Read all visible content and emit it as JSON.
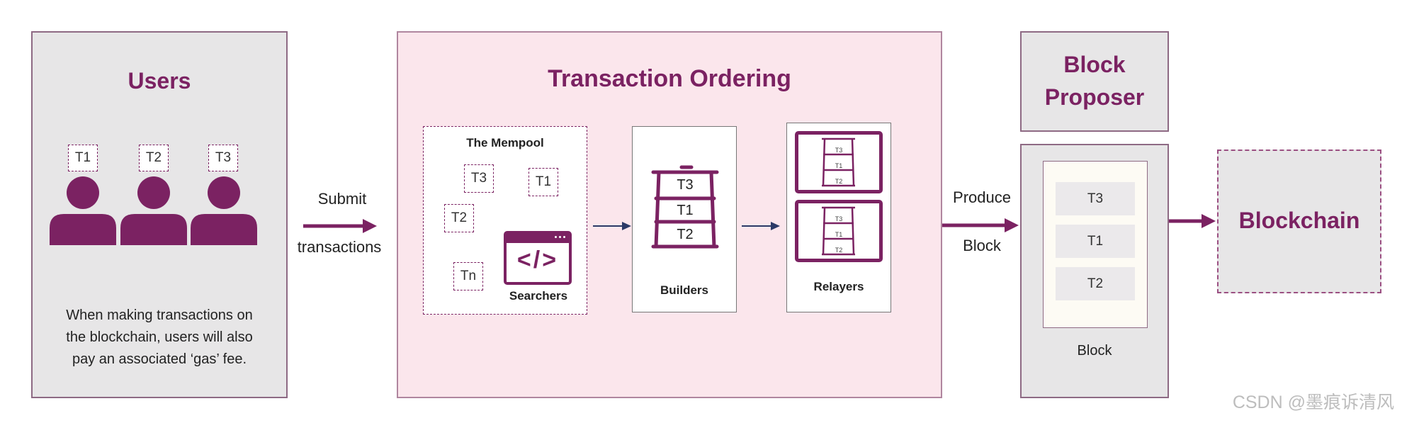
{
  "users": {
    "title": "Users",
    "tx": [
      "T1",
      "T2",
      "T3"
    ],
    "description": [
      "When making transactions on",
      "the blockchain, users will also",
      "pay an associated ‘gas’ fee."
    ]
  },
  "submit": {
    "line1": "Submit",
    "line2": "transactions"
  },
  "ordering": {
    "title": "Transaction Ordering",
    "mempool": {
      "title": "The Mempool",
      "tx": [
        "T3",
        "T1",
        "T2",
        "Tn"
      ],
      "searchers_label": "Searchers",
      "code_glyph": "</>"
    },
    "builders": {
      "label": "Builders",
      "tx": [
        "T3",
        "T1",
        "T2"
      ]
    },
    "relayers": {
      "label": "Relayers",
      "mini_tx": [
        "T3",
        "T1",
        "T2"
      ]
    }
  },
  "produce": {
    "line1": "Produce",
    "line2": "Block"
  },
  "proposer": {
    "title_line1": "Block",
    "title_line2": "Proposer",
    "block_items": [
      "T3",
      "T1",
      "T2"
    ],
    "block_label": "Block"
  },
  "blockchain": {
    "title": "Blockchain"
  },
  "watermark": "CSDN @墨痕诉清风",
  "colors": {
    "accent": "#7b2262",
    "panel_grey": "#e7e6e7",
    "panel_pink": "#fbe6ec",
    "arrow": "#7b2262",
    "small_arrow": "#2b3a67"
  }
}
